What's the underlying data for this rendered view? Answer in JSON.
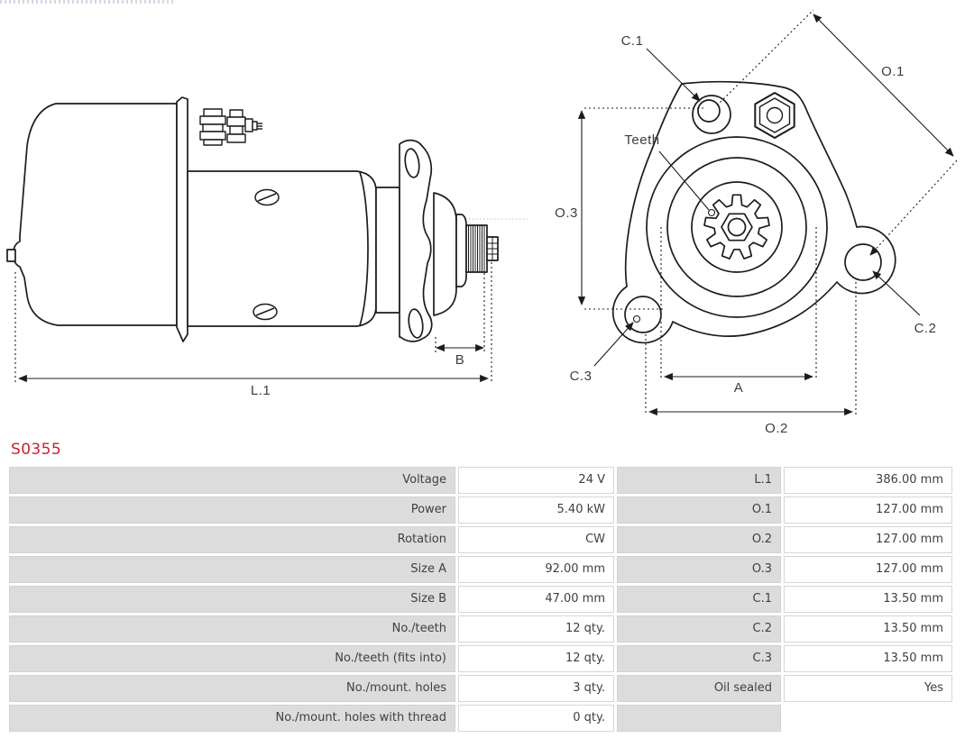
{
  "product": {
    "code": "S0355"
  },
  "colors": {
    "code_red": "#c8232c",
    "table_label_bg": "#dcdcdc",
    "line": "#1c1c1c"
  },
  "diagram": {
    "labels": {
      "b": "B",
      "l1": "L.1",
      "c1": "C.1",
      "o1": "O.1",
      "teeth": "Teeth",
      "o3": "O.3",
      "c3": "C.3",
      "a": "A",
      "o2": "O.2",
      "c2": "C.2"
    }
  },
  "spec_table": {
    "rows": [
      {
        "label": "Voltage",
        "value": "24 V",
        "label2": "L.1",
        "value2": "386.00 mm"
      },
      {
        "label": "Power",
        "value": "5.40 kW",
        "label2": "O.1",
        "value2": "127.00 mm"
      },
      {
        "label": "Rotation",
        "value": "CW",
        "label2": "O.2",
        "value2": "127.00 mm"
      },
      {
        "label": "Size A",
        "value": "92.00 mm",
        "label2": "O.3",
        "value2": "127.00 mm"
      },
      {
        "label": "Size B",
        "value": "47.00 mm",
        "label2": "C.1",
        "value2": "13.50 mm"
      },
      {
        "label": "No./teeth",
        "value": "12 qty.",
        "label2": "C.2",
        "value2": "13.50 mm"
      },
      {
        "label": "No./teeth (fits into)",
        "value": "12 qty.",
        "label2": "C.3",
        "value2": "13.50 mm"
      },
      {
        "label": "No./mount. holes",
        "value": "3 qty.",
        "label2": "Oil sealed",
        "value2": "Yes"
      },
      {
        "label": "No./mount. holes with thread",
        "value": "0 qty.",
        "label2": "",
        "value2": ""
      }
    ]
  }
}
